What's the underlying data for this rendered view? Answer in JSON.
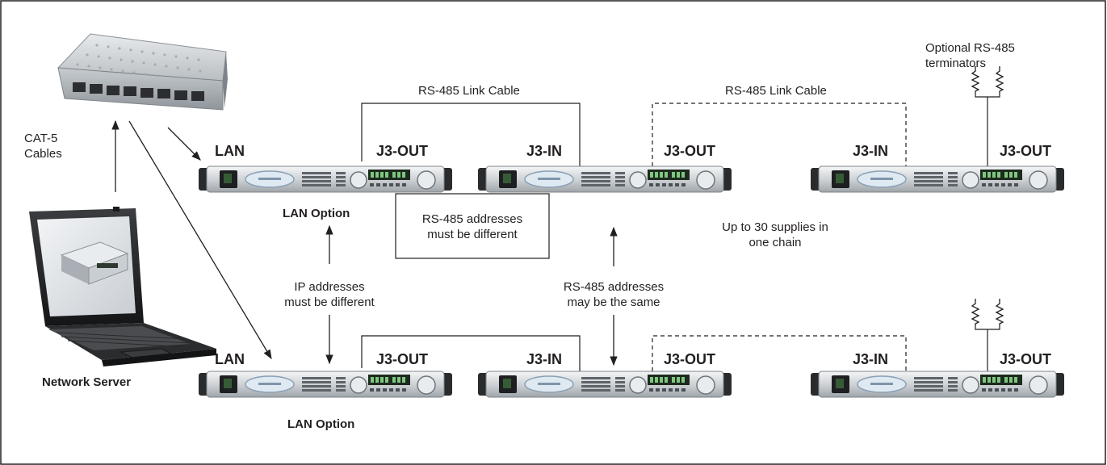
{
  "labels": {
    "cat5": [
      "CAT-5",
      "Cables"
    ],
    "network_server": "Network Server",
    "lan_option_top": "LAN Option",
    "lan_option_bottom": "LAN Option",
    "rs485_link_cable_1": "RS-485 Link Cable",
    "rs485_link_cable_2": "RS-485 Link Cable",
    "optional_terminators": [
      "Optional RS-485",
      "terminators"
    ],
    "rs485_must_differ": [
      "RS-485 addresses",
      "must be different"
    ],
    "ip_must_differ": [
      "IP addresses",
      "must be different"
    ],
    "rs485_may_same": [
      "RS-485 addresses",
      "may be the same"
    ],
    "up_to_30": [
      "Up to 30 supplies in",
      "one chain"
    ]
  },
  "rows": [
    {
      "units": [
        {
          "left_port": "LAN",
          "right_port": "J3-OUT"
        },
        {
          "left_port": "J3-IN",
          "right_port": "J3-OUT"
        },
        {
          "left_port": "J3-IN",
          "right_port": "J3-OUT"
        }
      ]
    },
    {
      "units": [
        {
          "left_port": "LAN",
          "right_port": "J3-OUT"
        },
        {
          "left_port": "J3-IN",
          "right_port": "J3-OUT"
        },
        {
          "left_port": "J3-IN",
          "right_port": "J3-OUT"
        }
      ]
    }
  ],
  "colors": {
    "frame": "#231f20",
    "text": "#231f20",
    "panel": "#d9dcdf",
    "panel_dark": "#1e1f21",
    "display_green": "#3a7a3a"
  }
}
